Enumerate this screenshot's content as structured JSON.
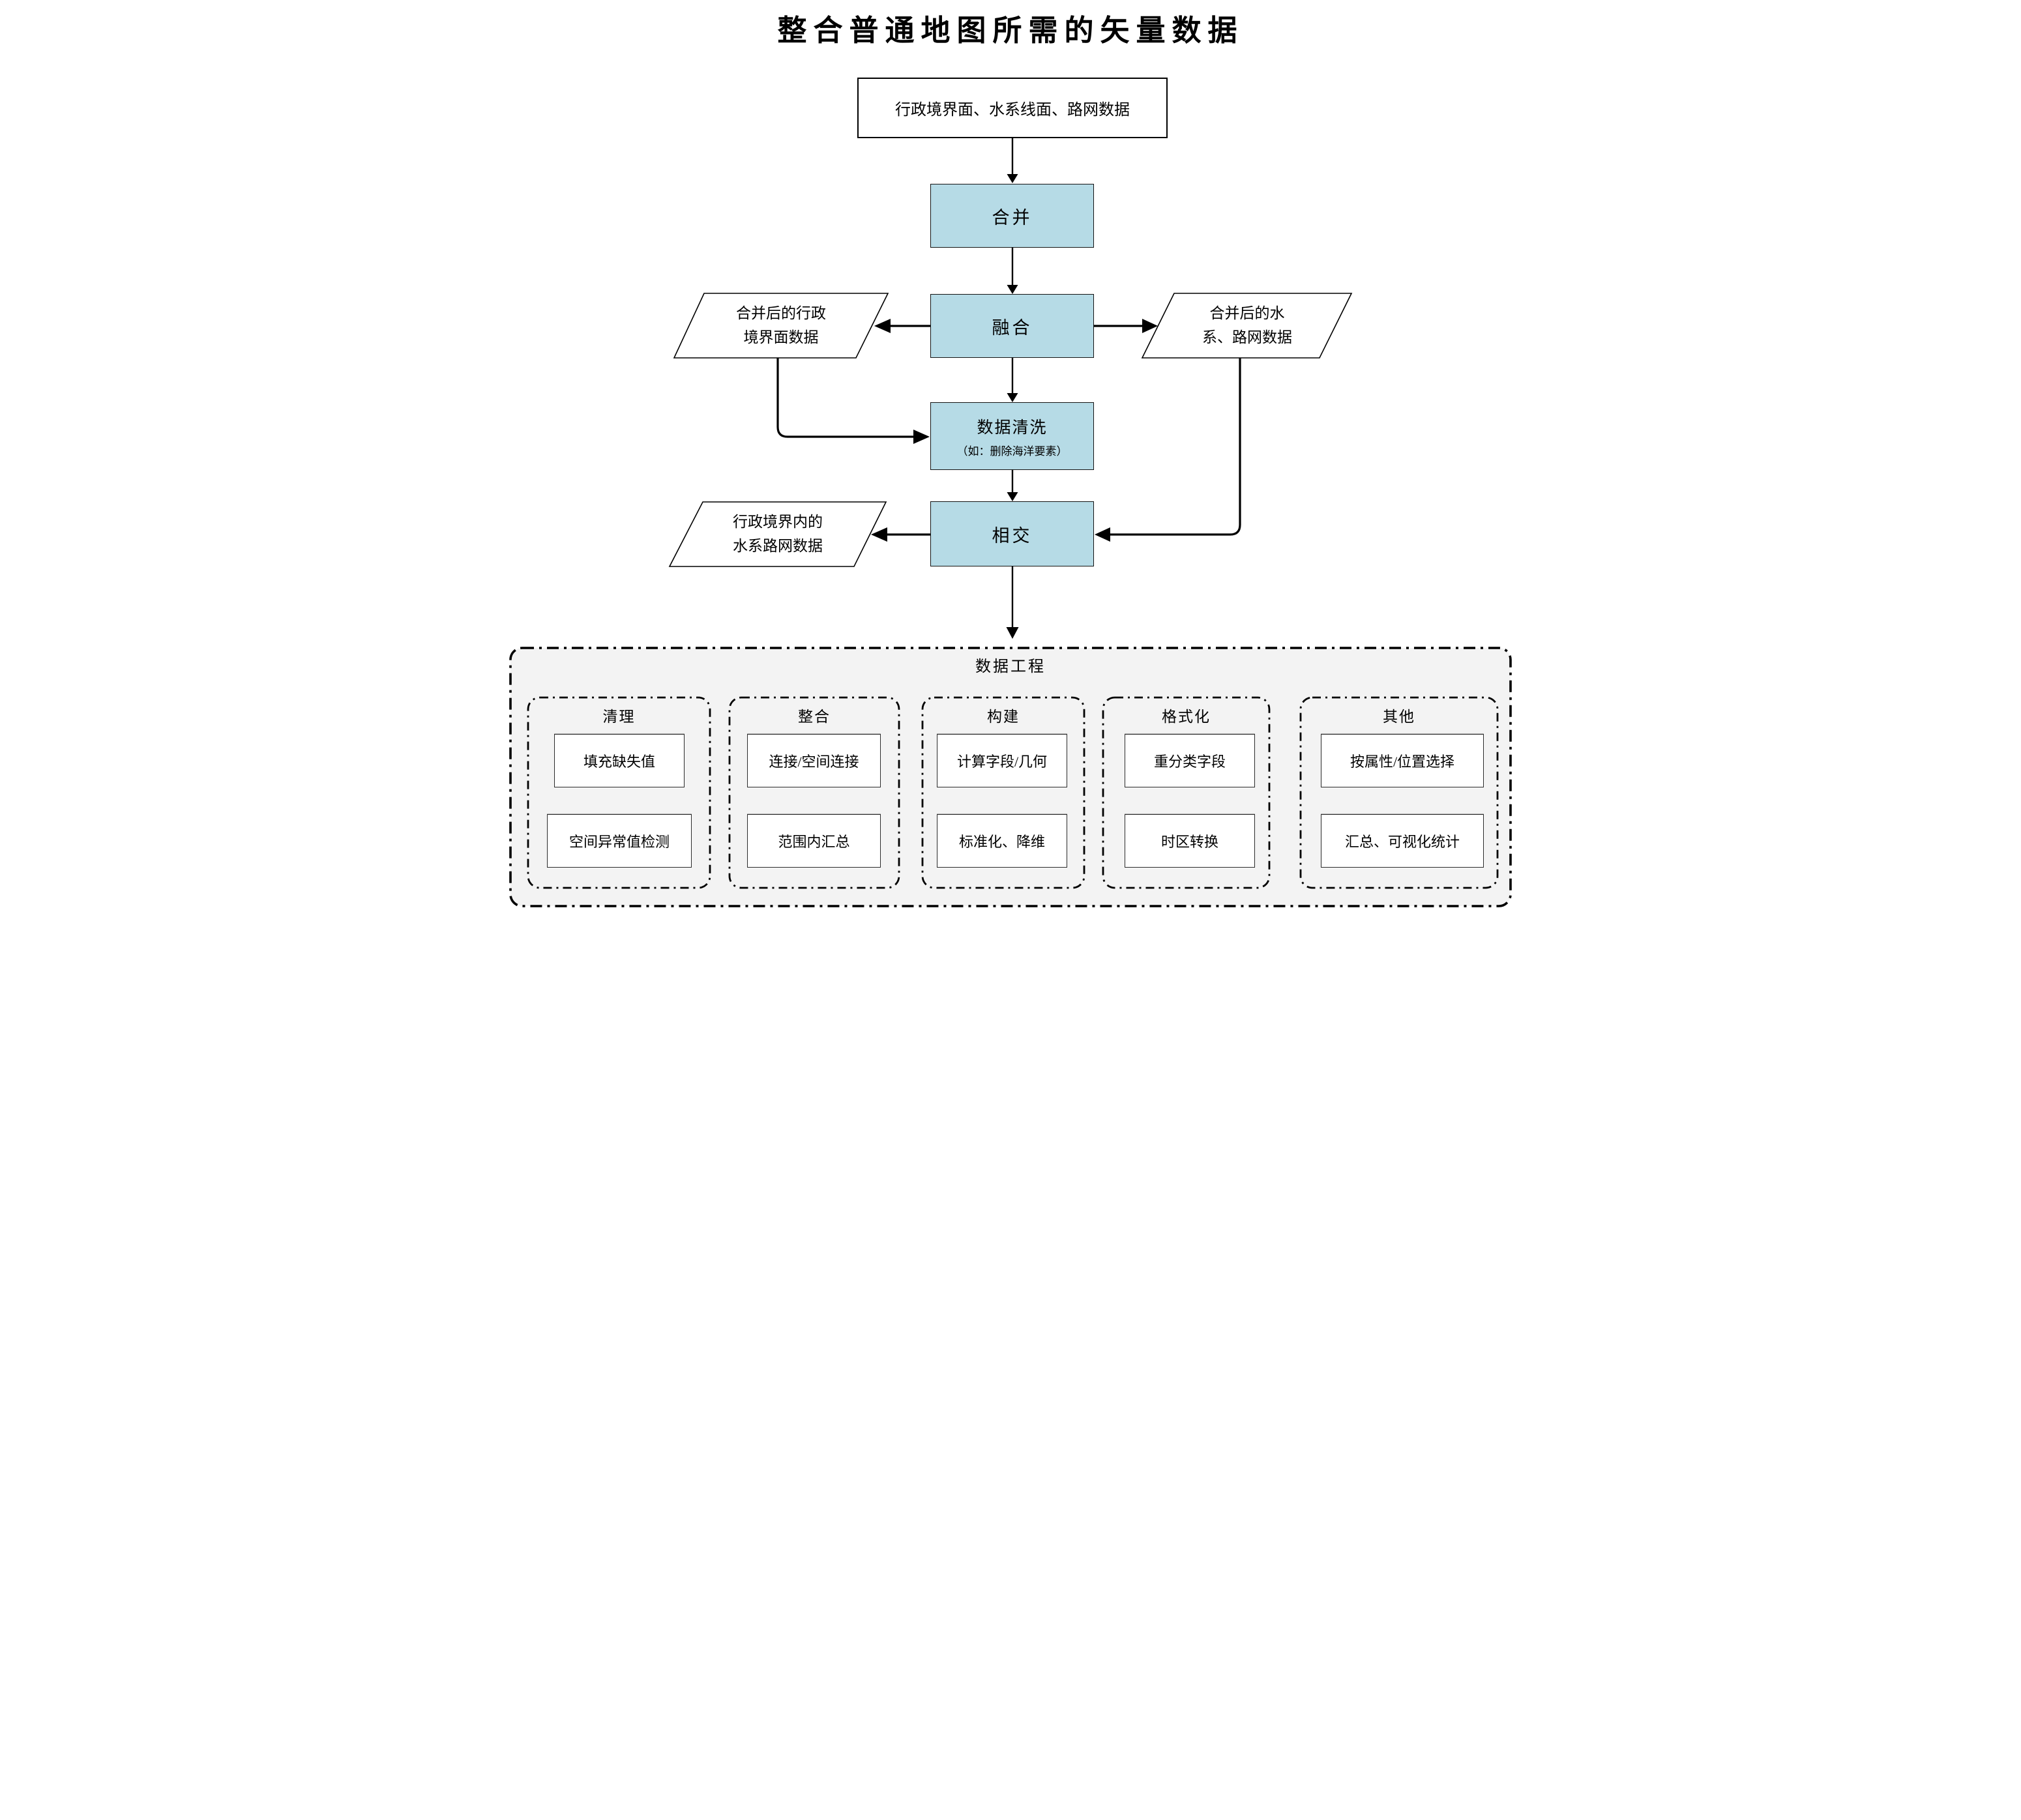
{
  "title": "整合普通地图所需的矢量数据",
  "colors": {
    "process_fill": "#b6dbe6",
    "section_fill": "#f3f3f3",
    "box_fill": "#ffffff",
    "line": "#000000"
  },
  "nodes": {
    "source": "行政境界面、水系线面、路网数据",
    "merge": "合并",
    "dissolve": "融合",
    "clean_title": "数据清洗",
    "clean_note": "（如：删除海洋要素）",
    "intersect": "相交",
    "admin_output": "合并后的行政\n境界面数据",
    "water_road_output": "合并后的水\n系、路网数据",
    "inside_output": "行政境界内的\n水系路网数据"
  },
  "engineering": {
    "title": "数据工程",
    "groups": [
      {
        "label": "清理",
        "items": [
          "填充缺失值",
          "空间异常值检测"
        ]
      },
      {
        "label": "整合",
        "items": [
          "连接/空间连接",
          "范围内汇总"
        ]
      },
      {
        "label": "构建",
        "items": [
          "计算字段/几何",
          "标准化、降维"
        ]
      },
      {
        "label": "格式化",
        "items": [
          "重分类字段",
          "时区转换"
        ]
      },
      {
        "label": "其他",
        "items": [
          "按属性/位置选择",
          "汇总、可视化统计"
        ]
      }
    ]
  }
}
